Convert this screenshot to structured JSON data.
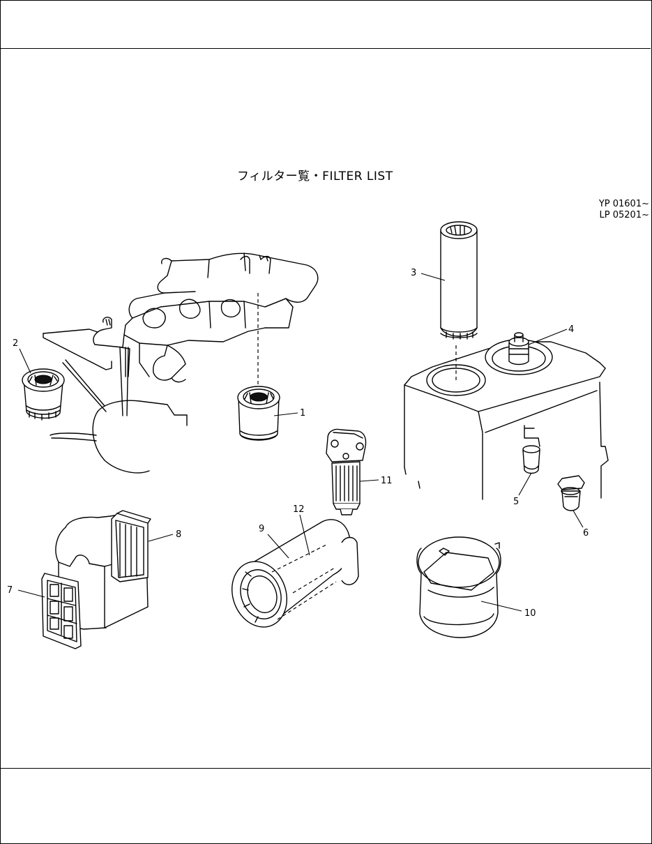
{
  "document": {
    "title": "フィルター覧・FILTER LIST",
    "serial_ranges": [
      "YP 01601~",
      "LP 05201~"
    ]
  },
  "callouts": [
    {
      "number": "1",
      "part": "engine-oil-filter"
    },
    {
      "number": "2",
      "part": "fuel-filter"
    },
    {
      "number": "3",
      "part": "hydraulic-return-filter-element"
    },
    {
      "number": "4",
      "part": "hydraulic-breather"
    },
    {
      "number": "5",
      "part": "pilot-line-filter"
    },
    {
      "number": "6",
      "part": "strainer"
    },
    {
      "number": "7",
      "part": "air-conditioner-fresh-air-filter"
    },
    {
      "number": "8",
      "part": "air-conditioner-recirculation-filter"
    },
    {
      "number": "9",
      "part": "air-cleaner-outer-element"
    },
    {
      "number": "10",
      "part": "fuel-tank-strainer"
    },
    {
      "number": "11",
      "part": "water-separator-filter"
    },
    {
      "number": "12",
      "part": "air-cleaner-inner-element"
    }
  ]
}
